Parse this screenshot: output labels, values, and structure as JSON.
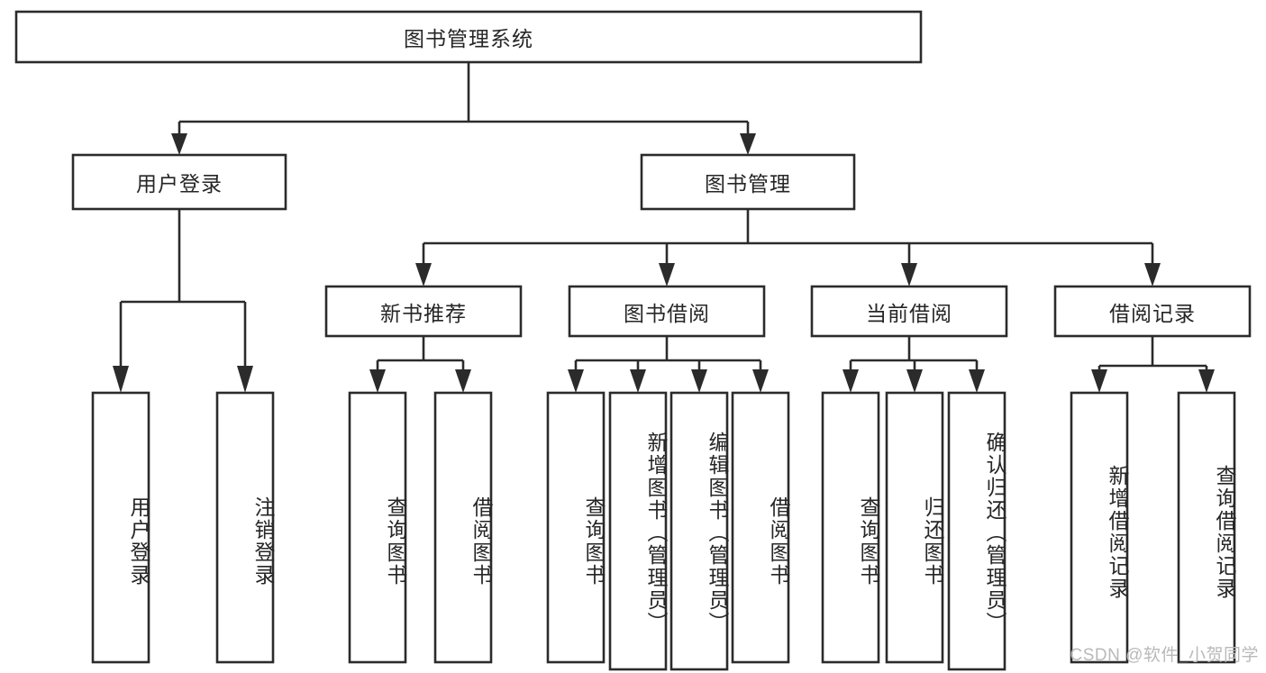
{
  "diagram": {
    "type": "tree-hierarchy-chart",
    "title": "图书管理系统",
    "colors": {
      "stroke": "#2b2b2b",
      "box_fill": "#ffffff",
      "text": "#262626",
      "background": "#ffffff",
      "watermark": "#b9b9b9"
    },
    "levels": {
      "root": {
        "label": "图书管理系统"
      },
      "level2": [
        {
          "id": "user-login",
          "label": "用户登录"
        },
        {
          "id": "book-management",
          "label": "图书管理"
        }
      ],
      "level3": [
        {
          "id": "new-book-recommend",
          "label": "新书推荐",
          "parent": "book-management"
        },
        {
          "id": "book-borrow",
          "label": "图书借阅",
          "parent": "book-management"
        },
        {
          "id": "current-borrow",
          "label": "当前借阅",
          "parent": "book-management"
        },
        {
          "id": "borrow-record",
          "label": "借阅记录",
          "parent": "book-management"
        }
      ],
      "leaves": [
        {
          "id": "leaf-user-login",
          "label": "用户登录",
          "parent": "user-login"
        },
        {
          "id": "leaf-logout-login",
          "label": "注销登录",
          "parent": "user-login"
        },
        {
          "id": "leaf-query-book-1",
          "label": "查询图书",
          "parent": "new-book-recommend"
        },
        {
          "id": "leaf-borrow-book-1",
          "label": "借阅图书",
          "parent": "new-book-recommend"
        },
        {
          "id": "leaf-query-book-2",
          "label": "查询图书",
          "parent": "book-borrow"
        },
        {
          "id": "leaf-add-book",
          "label": "新增图书（管理员）",
          "parent": "book-borrow"
        },
        {
          "id": "leaf-edit-book",
          "label": "编辑图书（管理员）",
          "parent": "book-borrow"
        },
        {
          "id": "leaf-borrow-book-2",
          "label": "借阅图书",
          "parent": "book-borrow"
        },
        {
          "id": "leaf-query-book-3",
          "label": "查询图书",
          "parent": "current-borrow"
        },
        {
          "id": "leaf-return-book",
          "label": "归还图书",
          "parent": "current-borrow"
        },
        {
          "id": "leaf-confirm-return",
          "label": "确认归还（管理员）",
          "parent": "current-borrow"
        },
        {
          "id": "leaf-add-record",
          "label": "新增借阅记录",
          "parent": "borrow-record"
        },
        {
          "id": "leaf-query-record",
          "label": "查询借阅记录",
          "parent": "borrow-record"
        }
      ]
    },
    "watermark": "CSDN @软件_小贺同学"
  }
}
